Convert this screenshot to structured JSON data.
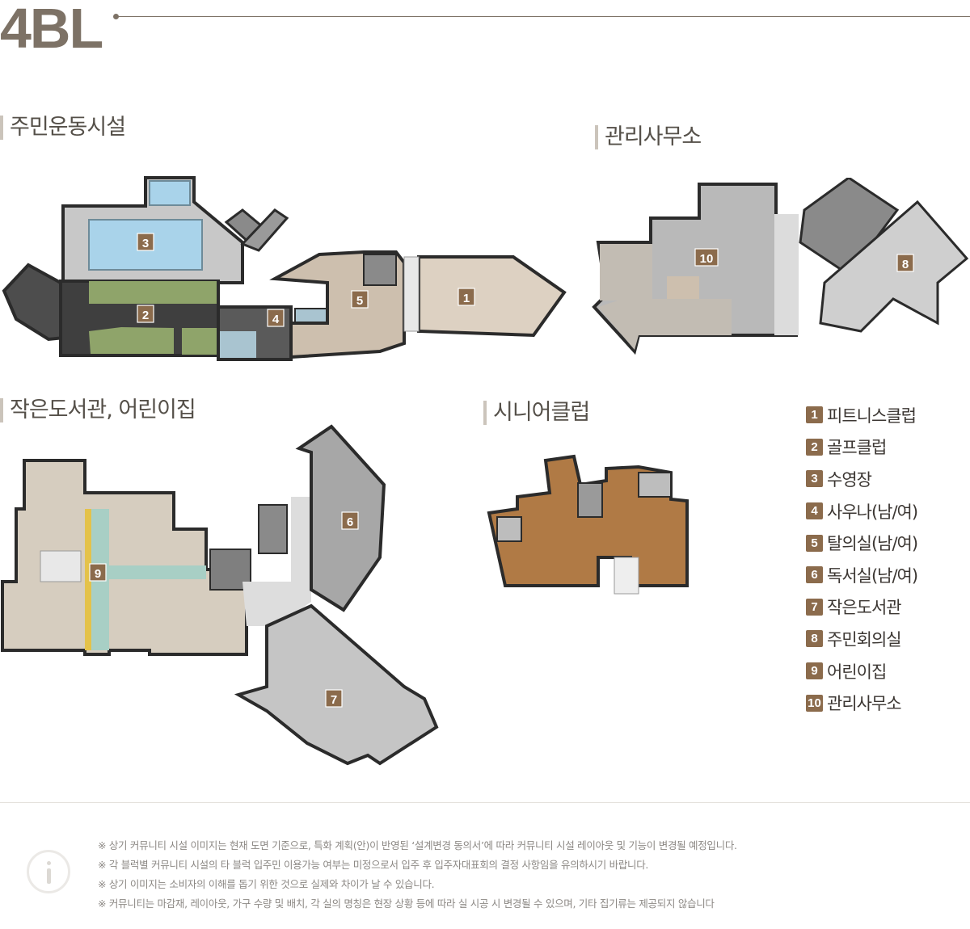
{
  "header": {
    "block_name": "4BL"
  },
  "sections": {
    "fitness": {
      "title": "주민운동시설"
    },
    "office": {
      "title": "관리사무소"
    },
    "library": {
      "title": "작은도서관, 어린이집"
    },
    "senior": {
      "title": "시니어클럽"
    }
  },
  "badges": {
    "b1": "1",
    "b2": "2",
    "b3": "3",
    "b4": "4",
    "b5": "5",
    "b6": "6",
    "b7": "7",
    "b8": "8",
    "b9": "9",
    "b10": "10"
  },
  "legend": [
    {
      "num": "1",
      "label": "피트니스클럽"
    },
    {
      "num": "2",
      "label": "골프클럽"
    },
    {
      "num": "3",
      "label": "수영장"
    },
    {
      "num": "4",
      "label": "사우나(남/여)"
    },
    {
      "num": "5",
      "label": "탈의실(남/여)"
    },
    {
      "num": "6",
      "label": "독서실(남/여)"
    },
    {
      "num": "7",
      "label": "작은도서관"
    },
    {
      "num": "8",
      "label": "주민회의실"
    },
    {
      "num": "9",
      "label": "어린이집"
    },
    {
      "num": "10",
      "label": "관리사무소"
    }
  ],
  "notes": [
    "※ 상기 커뮤니티 시설 이미지는 현재 도면 기준으로, 특화 계획(안)이 반영된 ‘설계변경 동의서’에 따라 커뮤니티 시설 레이아웃 및 기능이 변경될 예정입니다.",
    "※ 각 블럭별 커뮤니티 시설의 타 블럭 입주민 이용가능 여부는 미정으로서 입주 후 입주자대표회의 결정 사항임을 유의하시기 바랍니다.",
    "※ 상기 이미지는 소비자의 이해를 돕기 위한 것으로 실제와 차이가 날 수 있습니다.",
    "※ 커뮤니티는 마감재, 레이아웃, 가구 수량 및 배치, 각 실의 명칭은 현장 상황 등에 따라 실 시공 시 변경될 수 있으며, 기타 집기류는 제공되지 않습니다"
  ],
  "colors": {
    "accent_brown": "#8b6b4c",
    "title_gray": "#7d7266",
    "pool_blue": "#a9d3ea",
    "golf_green": "#8fa46a",
    "floor_beige": "#d8cbbb",
    "floor_gray": "#bdbdbd",
    "floor_wood": "#b07a45",
    "kids_yellow": "#e4c24a",
    "kids_mint": "#a8cfc5"
  },
  "icons": {
    "info": "info-icon"
  }
}
